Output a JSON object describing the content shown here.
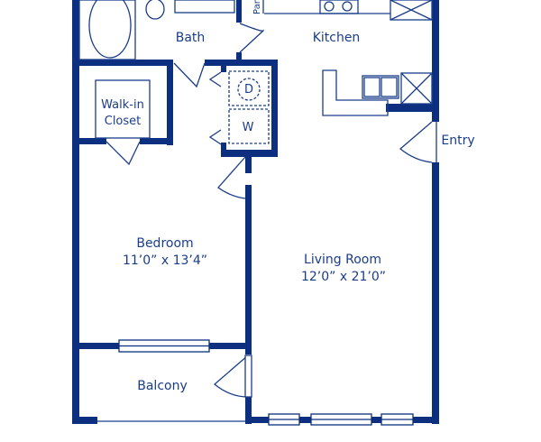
{
  "colors": {
    "wall": "#0c2f80",
    "line": "#1a3d8a",
    "background": "#ffffff"
  },
  "rooms": {
    "bath": {
      "label": "Bath"
    },
    "kitchen": {
      "label": "Kitchen"
    },
    "pantry": {
      "label": "Pan"
    },
    "closet": {
      "label_line1": "Walk-in",
      "label_line2": "Closet"
    },
    "dryer": {
      "label": "D"
    },
    "washer": {
      "label": "W"
    },
    "entry": {
      "label": "Entry"
    },
    "bedroom": {
      "label": "Bedroom",
      "size": "11’0” x 13’4”"
    },
    "living": {
      "label": "Living Room",
      "size": "12’0” x 21’0”"
    },
    "balcony": {
      "label": "Balcony"
    }
  }
}
